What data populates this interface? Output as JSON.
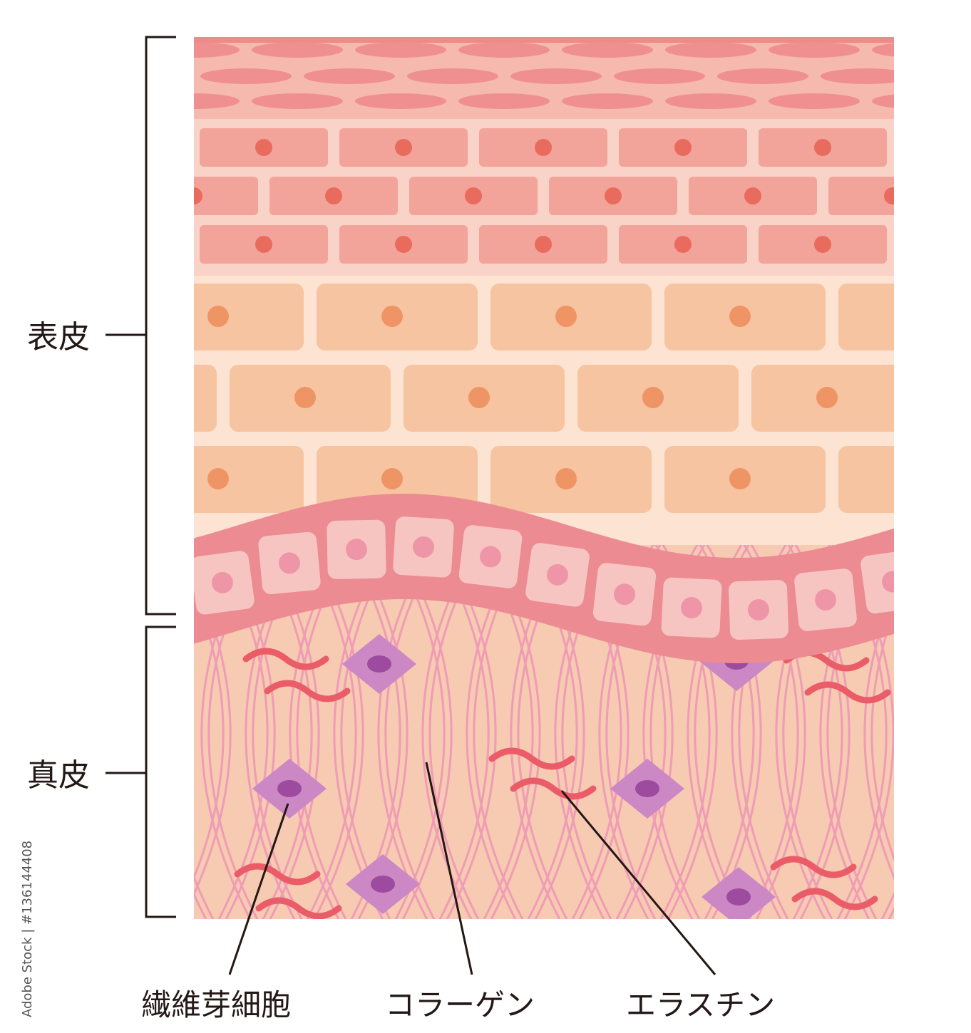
{
  "labels": {
    "epidermis": "表皮",
    "dermis": "真皮",
    "fibroblast": "繊維芽細胞",
    "collagen": "コラーゲン",
    "elastin": "エラスチン"
  },
  "credit": "Adobe Stock | #136144408",
  "colors": {
    "stratum_corneum": "#ef8f8f",
    "granular_cell": "#f2a49a",
    "granular_nucleus": "#e96b5e",
    "spinous_cell": "#f7c4a1",
    "spinous_nucleus": "#ef9565",
    "basal_band": "#ec8b92",
    "basal_cell": "#f7c5c1",
    "basal_nucleus": "#ee96a8",
    "dermis": "#f7cab2",
    "collagen_fiber": "#ef9cb4",
    "fibroblast": "#cc88c4",
    "fibroblast_nucleus": "#9d4b9e",
    "elastin_fiber": "#ea5d68",
    "bracket": "#231815"
  }
}
